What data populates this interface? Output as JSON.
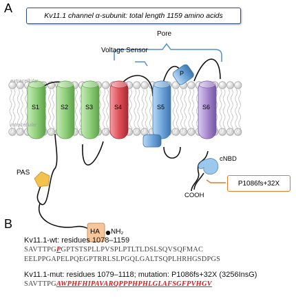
{
  "panel_a": {
    "label": "A",
    "title": "Kv11.1 channel α-subunit: total length 1159 amino acids",
    "pore_label": "Pore",
    "voltage_sensor_label": "Voltage Sensor",
    "extracellular_label": "extracellular",
    "intracellular_label": "intracellular",
    "segments": [
      "S1",
      "S2",
      "S3",
      "S4",
      "S5",
      "S6"
    ],
    "p_label": "P",
    "pas_label": "PAS",
    "ha_label": "HA",
    "nh2_label": "NH₂",
    "cnbd_label": "cNBD",
    "cooh_label": "COOH",
    "mutation_label": "P1086fs+32X",
    "colors": {
      "s1_s3": "#8fcf7a",
      "s4": "#e0505a",
      "s5": "#6fa8dc",
      "s6": "#a98ad0",
      "pas": "#f2c14e",
      "ha": "#f6c59a",
      "bracket": "#4f8fd1",
      "mutation_border": "#e37c2a",
      "mutation_text": "#e0191b"
    }
  },
  "panel_b": {
    "label": "B",
    "wt_header": "Kv11.1-wt: residues 1078–1159",
    "wt_line1_pre": "SAVTTPG",
    "wt_line1_mark": "P",
    "wt_line1_post": "GPTSTSPLLPVSPLPTLTLDSLSQVSQFMAC",
    "wt_line2": "EELPPGAPELPQEGPTRRLSLPGQLGALTSQPLHRHGSDPGS",
    "mut_header": "Kv11.1-mut: residues 1079–1118; mutation: P1086fs+32X (3256InsG)",
    "mut_line_pre": "SAVTTPG",
    "mut_line_mark": "AWPHFHIPAVARQPPPHPHLGLAFSGFPVHGV"
  }
}
